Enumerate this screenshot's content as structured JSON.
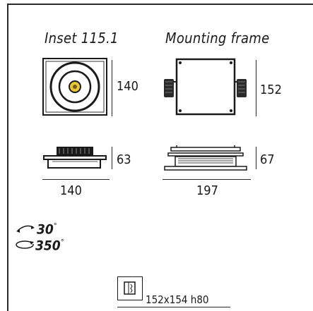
{
  "inset": {
    "title": "Inset 115.1",
    "width": "140",
    "height": "63",
    "depth": "140"
  },
  "mounting_frame": {
    "title": "Mounting frame",
    "width": "152",
    "height": "67",
    "depth": "197"
  },
  "rotation": {
    "tilt_value": "30",
    "tilt_unit": "°",
    "swivel_value": "350",
    "swivel_unit": "°"
  },
  "cutout": {
    "dimensions": "152x154 h80"
  }
}
